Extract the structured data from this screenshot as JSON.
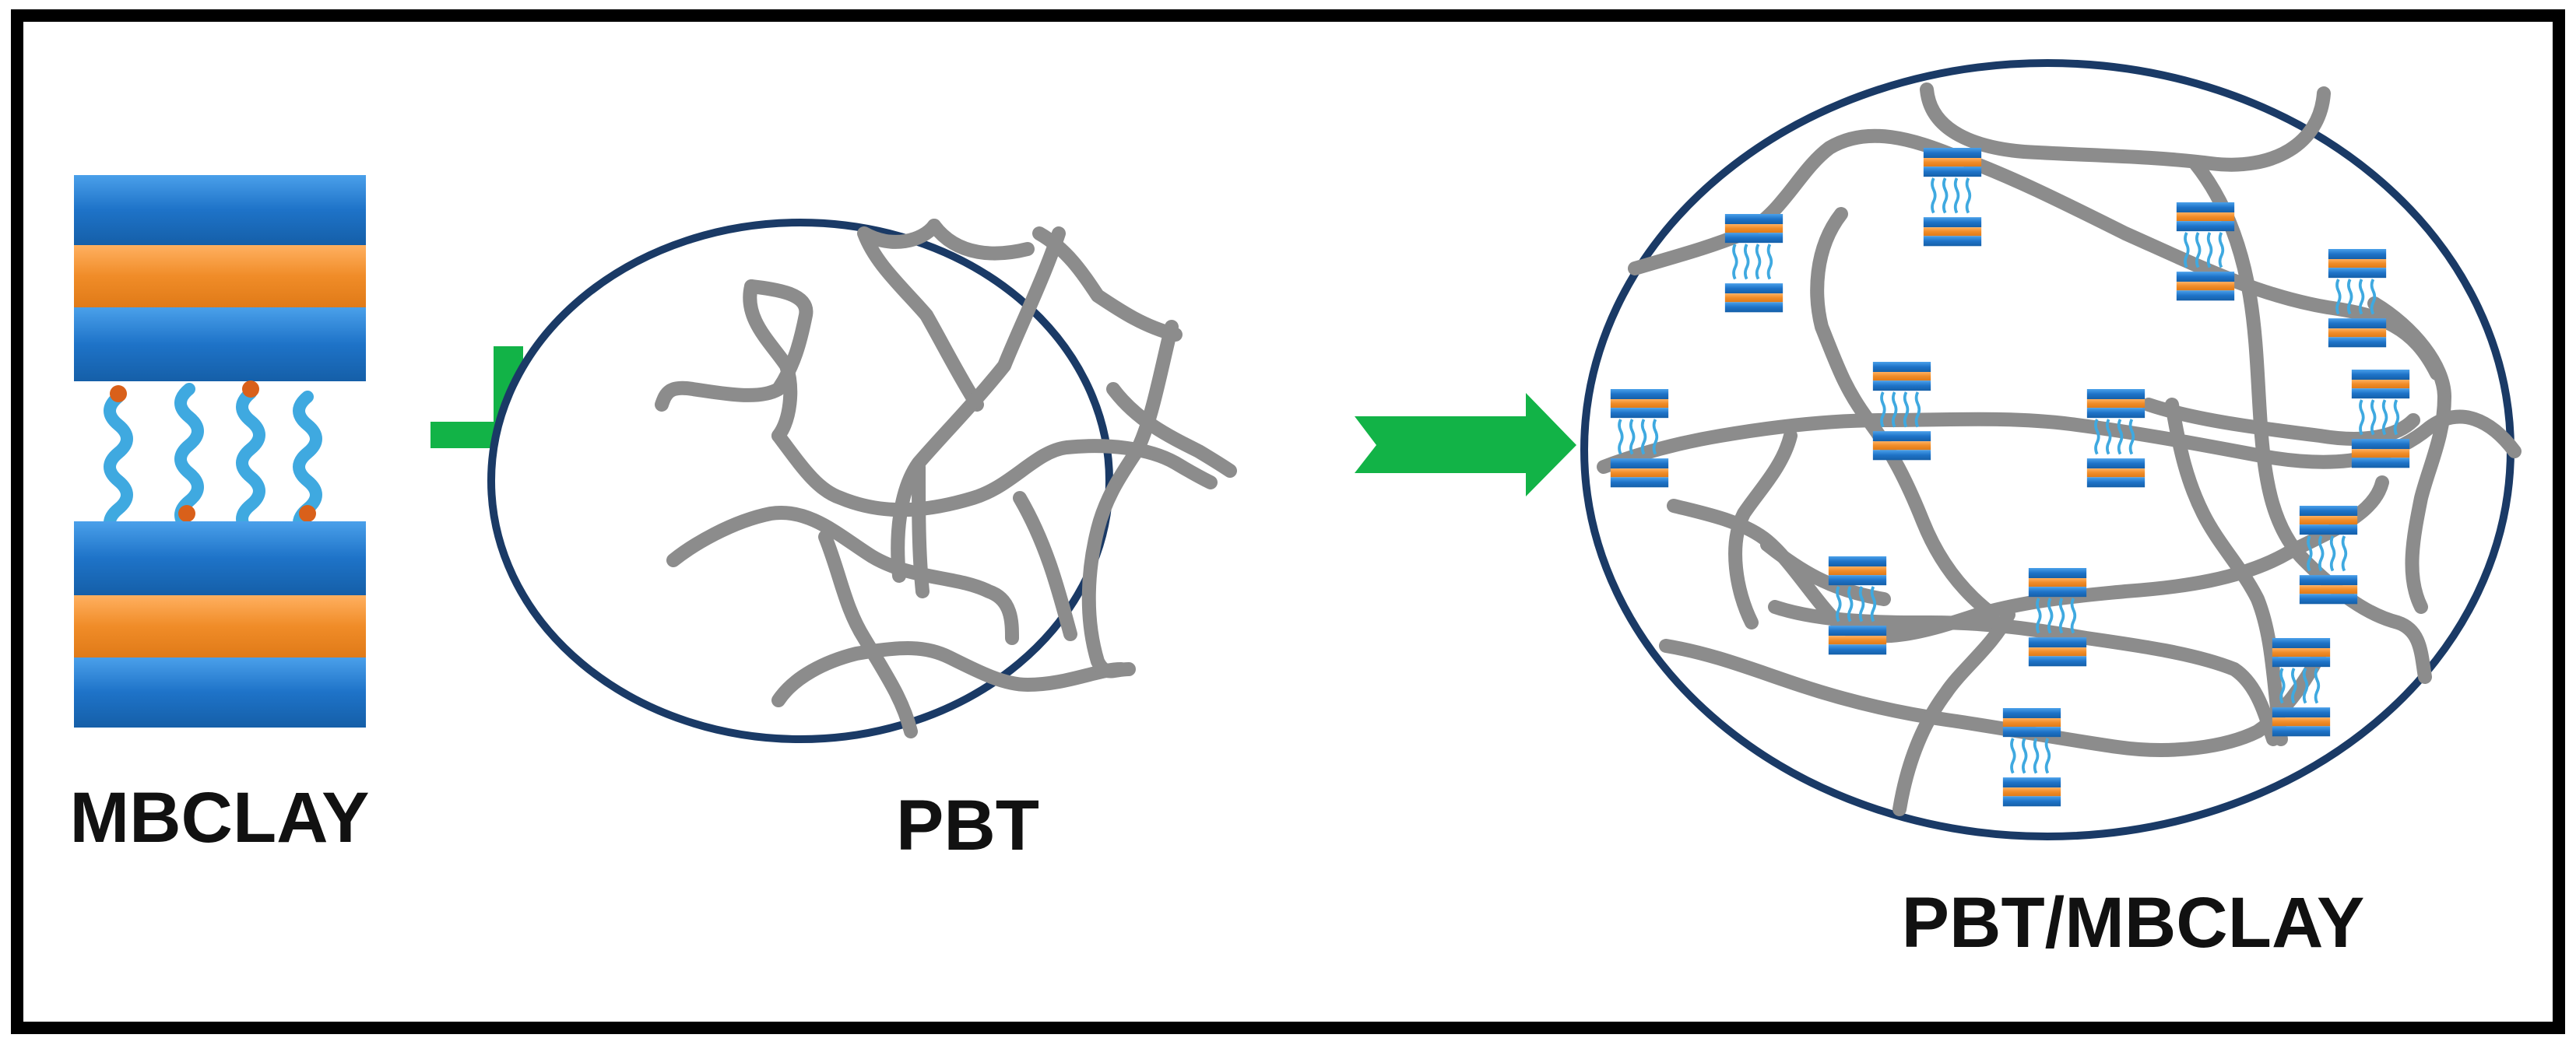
{
  "labels": {
    "mbclay": "MBCLAY",
    "pbt": "PBT",
    "composite": "PBT/MBCLAY"
  },
  "colors": {
    "frame": "#000000",
    "clay_blue": "#1e73c8",
    "clay_orange": "#f08c28",
    "surfactant_chain": "#3fa9e0",
    "surfactant_head": "#d9601a",
    "polymer_chain": "#8c8c8c",
    "circle_outline": "#1a3a66",
    "plus_arrow_green": "#12b347"
  },
  "icons": {
    "plus": "plus-icon",
    "arrow": "arrow-right-icon"
  }
}
